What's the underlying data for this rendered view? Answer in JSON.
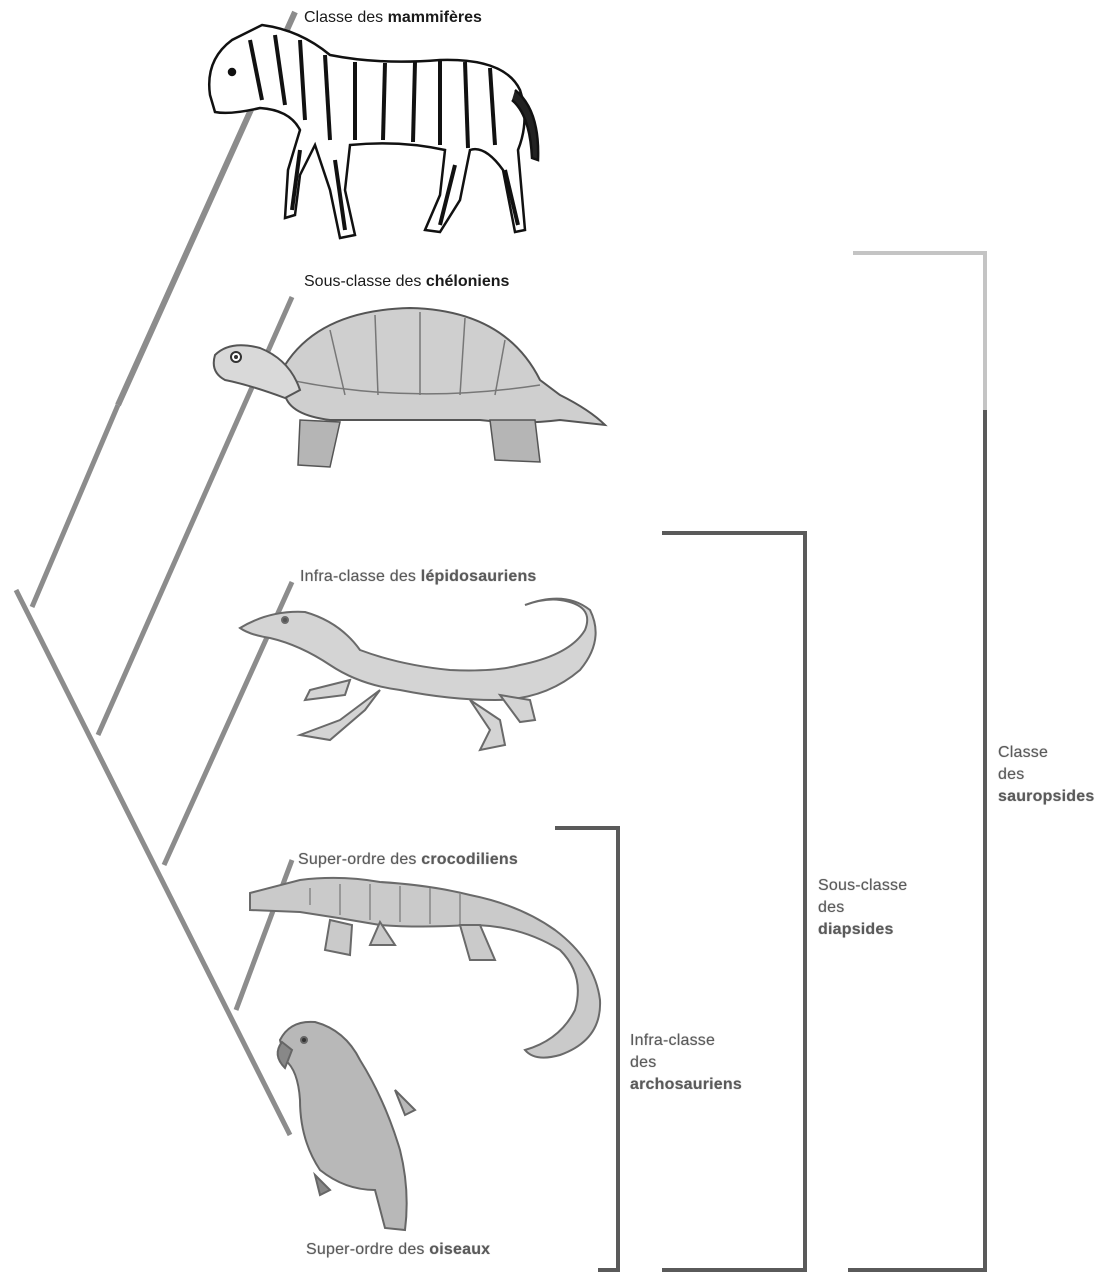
{
  "labels": {
    "mammals": {
      "prefix": "Classe des",
      "name": "mammifères"
    },
    "chelonians": {
      "prefix": "Sous-classe des",
      "name": "chéloniens"
    },
    "lepidosaurs": {
      "prefix": "Infra-classe des",
      "name": "lépidosauriens"
    },
    "crocodiles": {
      "prefix": "Super-ordre des",
      "name": "crocodiliens"
    },
    "birds": {
      "prefix": "Super-ordre des",
      "name": "oiseaux"
    }
  },
  "brackets": {
    "archosaurs": [
      "Infra-classe",
      "des",
      "archosauriens"
    ],
    "diapsids": [
      "Sous-classe",
      "des",
      "diapsides"
    ],
    "sauropsids": [
      "Classe",
      "des",
      "sauropsides"
    ]
  },
  "animals": [
    "zebra-illustration",
    "turtle-illustration",
    "lizard-illustration",
    "crocodile-illustration",
    "parrot-illustration"
  ],
  "colors": {
    "branch_dark": "#8c8c8c",
    "branch_light": "#c8c8c8",
    "bracket": "#5a5a5a",
    "bracket_light": "#c4c4c4"
  }
}
